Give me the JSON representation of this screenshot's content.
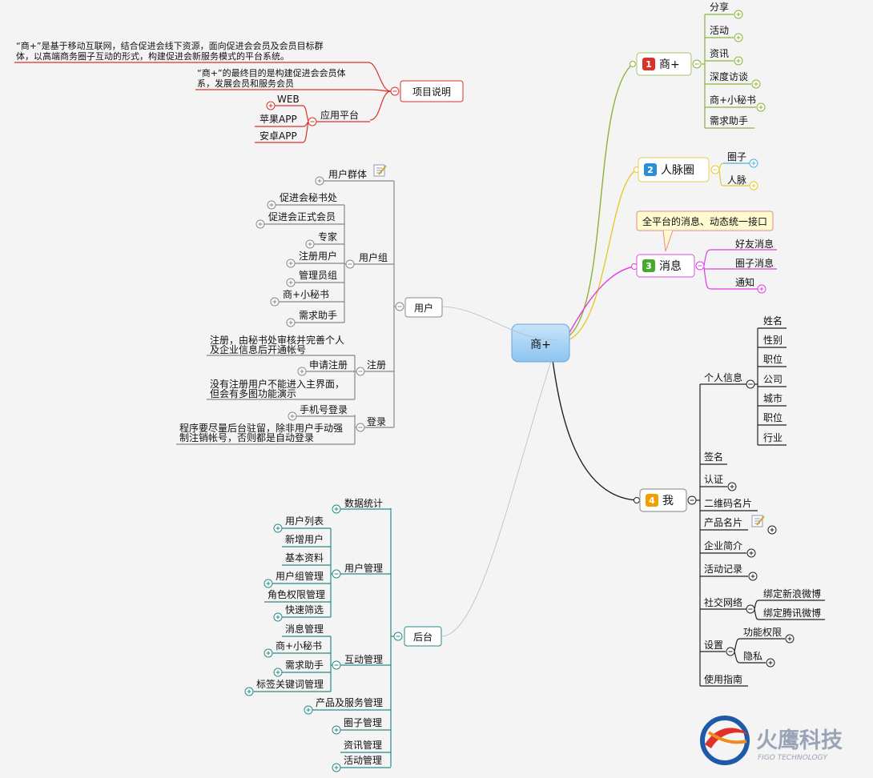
{
  "central": {
    "label": "商+"
  },
  "colors": {
    "green": "#8bb33a",
    "yellow": "#e8c830",
    "magenta": "#e03ee0",
    "black": "#222222",
    "red": "#d9322b",
    "teal": "#2a8a8a",
    "gray": "#888888"
  },
  "branch1": {
    "num": "1",
    "label": "商+",
    "children": [
      "分享",
      "活动",
      "资讯",
      "深度访谈",
      "商+小秘书",
      "需求助手"
    ]
  },
  "branch2": {
    "num": "2",
    "label": "人脉圈",
    "children": [
      "圈子",
      "人脉"
    ]
  },
  "branch3": {
    "num": "3",
    "label": "消息",
    "callout": "全平台的消息、动态统一接口",
    "children": [
      "好友消息",
      "圈子消息",
      "通知"
    ]
  },
  "branch4": {
    "num": "4",
    "label": "我",
    "personal": {
      "label": "个人信息",
      "fields": [
        "姓名",
        "性别",
        "职位",
        "公司",
        "城市",
        "职位",
        "行业"
      ]
    },
    "items": [
      "签名",
      "认证",
      "二维码名片",
      "产品名片",
      "企业简介",
      "活动记录"
    ],
    "social": {
      "label": "社交网络",
      "children": [
        "绑定新浪微博",
        "绑定腾讯微博"
      ]
    },
    "settings": {
      "label": "设置",
      "children": [
        "功能权限",
        "隐私"
      ]
    },
    "guide": "使用指南"
  },
  "project": {
    "label": "项目说明",
    "desc1": [
      "“商+”是基于移动互联网，结合促进会线下资源，面向促进会会员及会员目标群",
      "体，以高端商务圈子互动的形式，构建促进会新服务模式的平台系统。"
    ],
    "desc2": [
      "“商+”的最终目的是构建促进会会员体",
      "系，发展会员和服务会员"
    ],
    "platform": {
      "label": "应用平台",
      "children": [
        "WEB",
        "苹果APP",
        "安卓APP"
      ]
    }
  },
  "user": {
    "label": "用户",
    "groupLabel": "用户群体",
    "userGroup": {
      "label": "用户组",
      "children": [
        "促进会秘书处",
        "促进会正式会员",
        "专家",
        "注册用户",
        "管理员组",
        "商+小秘书",
        "需求助手"
      ]
    },
    "register": {
      "label": "注册",
      "apply": "申请注册",
      "note1": [
        "注册，由秘书处审核并完善个人",
        "及企业信息后开通帐号"
      ],
      "note2": [
        "没有注册用户不能进入主界面，",
        "但会有多图功能演示"
      ]
    },
    "login": {
      "label": "登录",
      "phone": "手机号登录",
      "note": [
        "程序要尽量后台驻留，除非用户手动强",
        "制注销帐号，否则都是自动登录"
      ]
    }
  },
  "backend": {
    "label": "后台",
    "stats": "数据统计",
    "userMgmt": {
      "label": "用户管理",
      "children": [
        "用户列表",
        "新增用户",
        "基本资料",
        "用户组管理",
        "角色权限管理",
        "快速筛选"
      ]
    },
    "interact": {
      "label": "互动管理",
      "children": [
        "消息管理",
        "商+小秘书",
        "需求助手",
        "标签关键词管理"
      ]
    },
    "others": [
      "产品及服务管理",
      "圈子管理",
      "资讯管理",
      "活动管理"
    ]
  },
  "logo": {
    "cn": "火鹰科技",
    "en": "FIGO TECHNOLOGY"
  }
}
